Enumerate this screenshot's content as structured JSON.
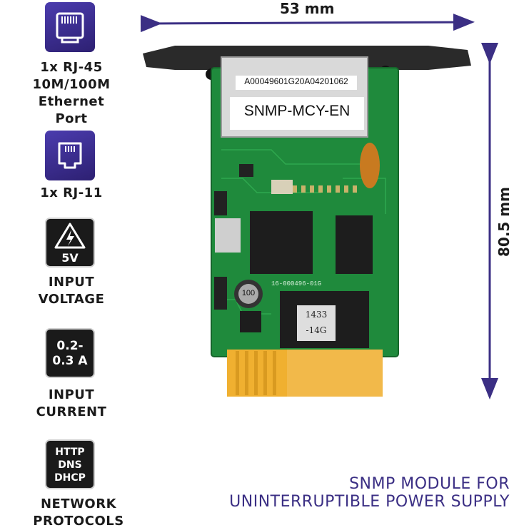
{
  "specs": {
    "ethernet": {
      "label_line1": "1x RJ-45",
      "label_line2": "10M/100M Ethernet",
      "label_line3": "Port",
      "icon": "ethernet-port-icon"
    },
    "rj11": {
      "label": "1x RJ-11",
      "icon": "rj11-port-icon"
    },
    "voltage": {
      "icon_text": "5V",
      "label_line1": "INPUT",
      "label_line2": "VOLTAGE",
      "icon": "high-voltage-icon"
    },
    "current": {
      "icon_line1": "0.2-",
      "icon_line2": "0.3 A",
      "label_line1": "INPUT",
      "label_line2": "CURRENT"
    },
    "protocols": {
      "icon_line1": "HTTP",
      "icon_line2": "DNS",
      "icon_line3": "DHCP",
      "label": "NETWORK PROTOCOLS"
    }
  },
  "product": {
    "serial": "A00049601G20A04201062",
    "model": "SNMP-MCY-EN",
    "chip_text": "1433 -14G",
    "inductor_text": "100",
    "pcb_text": "16-000496-01G"
  },
  "dimensions": {
    "width": "53 mm",
    "height": "80.5 mm"
  },
  "footer": {
    "line1": "SNMP MODULE FOR",
    "line2": "UNINTERRUPTIBLE POWER SUPPLY"
  },
  "colors": {
    "accent": "#3b2f84",
    "pcb": "#1f8a3c",
    "gold": "#f0b030"
  }
}
